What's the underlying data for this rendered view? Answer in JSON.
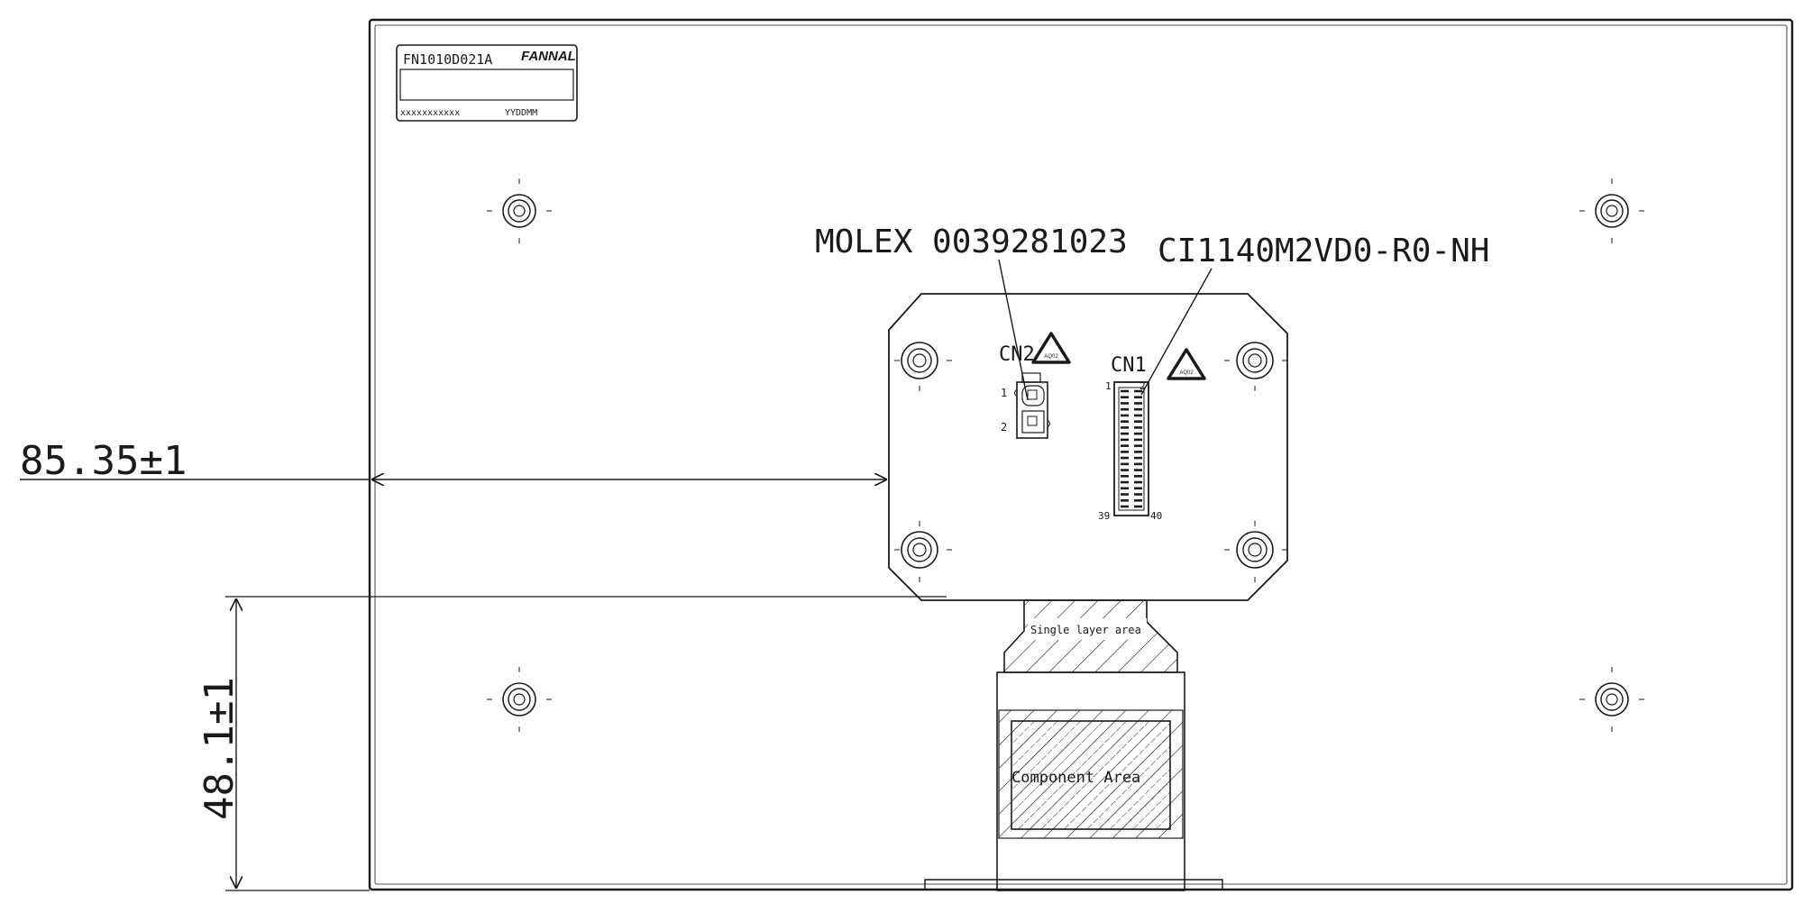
{
  "label_plate": {
    "part_number": "FN1010D021A",
    "brand": "FANNAL",
    "serial_placeholder": "xxxxxxxxxxx",
    "date_code": "YYDDMM"
  },
  "callouts": {
    "connector_cn2_part": "MOLEX 0039281023",
    "connector_cn1_part": "CI1140M2VD0-R0-NH"
  },
  "connectors": {
    "cn2": {
      "name": "CN2",
      "pin_first": "1",
      "pin_last": "2"
    },
    "cn1": {
      "name": "CN1",
      "pin_first": "1",
      "pin_second": "2",
      "pin_end_left": "39",
      "pin_end_right": "40"
    }
  },
  "warning_mark": "AQ02",
  "fpc": {
    "single_layer_label": "Single layer area",
    "component_label": "Component Area"
  },
  "dimensions": {
    "horizontal": "85.35±1",
    "vertical": "48.1±1"
  },
  "colors": {
    "line": "#1a1a1a",
    "background": "#ffffff"
  }
}
